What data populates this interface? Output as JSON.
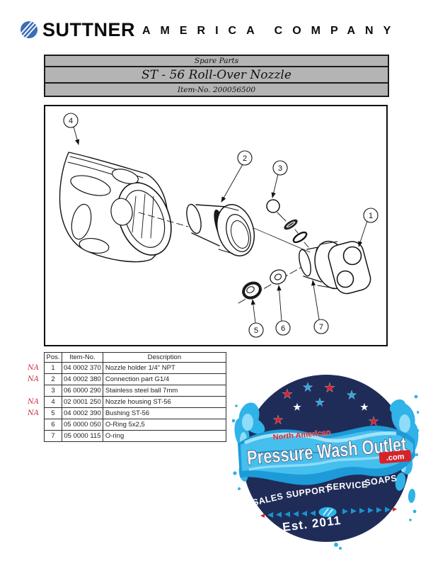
{
  "header": {
    "brand": "SUTTNER",
    "brand_words": [
      "AMERICA",
      "COMPANY"
    ]
  },
  "title_block": {
    "subtitle": "Spare Parts",
    "title": "ST - 56 Roll-Over Nozzle",
    "item_no": "Item-No. 200056500"
  },
  "diagram": {
    "callouts": [
      "1",
      "2",
      "3",
      "4",
      "5",
      "6",
      "7"
    ]
  },
  "parts_table": {
    "columns": [
      "Pos.",
      "Item-No.",
      "Description"
    ],
    "rows": [
      {
        "na": "NA",
        "pos": "1",
        "item_no": "04 0002 370",
        "description": "Nozzle holder 1/4\" NPT"
      },
      {
        "na": "NA",
        "pos": "2",
        "item_no": "04 0002 380",
        "description": "Connection part G1/4"
      },
      {
        "na": "",
        "pos": "3",
        "item_no": "06 0000 290",
        "description": "Stainless steel ball 7mm"
      },
      {
        "na": "NA",
        "pos": "4",
        "item_no": "02 0001 250",
        "description": "Nozzle housing ST-56"
      },
      {
        "na": "NA",
        "pos": "5",
        "item_no": "04 0002 390",
        "description": "Bushing ST-56"
      },
      {
        "na": "",
        "pos": "6",
        "item_no": "05 0000 050",
        "description": "O-Ring 5x2,5"
      },
      {
        "na": "",
        "pos": "7",
        "item_no": "05 0000 115",
        "description": "O-ring"
      }
    ]
  },
  "vendor_logo": {
    "region": "North American",
    "name": "Pressure Wash Outlet",
    "tld": ".com",
    "services": [
      "SALES",
      "SUPPORT",
      "SERVICE",
      "SOAPS"
    ],
    "established": "Est. 2011",
    "star_glyph": "★"
  },
  "colors": {
    "banner_gray": "#b4b4b4",
    "brand_blue": "#3a6db8",
    "na_red": "#c2323f",
    "logo_navy": "#202c58",
    "splash_blue": "#2fb3e8",
    "splash_light": "#8fdcf8",
    "star_red": "#d8222a",
    "star_blue": "#2fa8e1"
  }
}
